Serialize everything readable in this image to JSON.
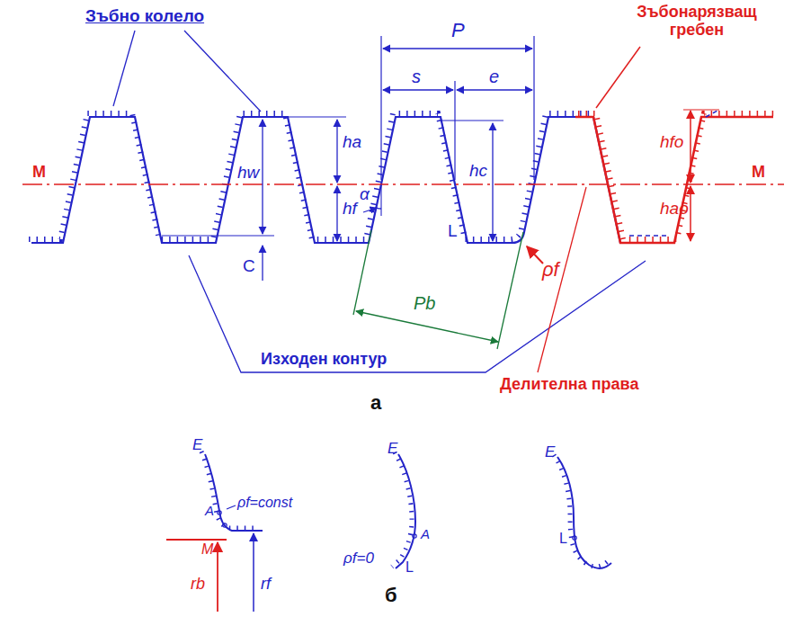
{
  "diagram": {
    "labels": [
      "Зъбно колело",
      "Зъбонарязващ гребен",
      "M",
      "M",
      "P",
      "s",
      "e",
      "ha",
      "hw",
      "hf",
      "hc",
      "α",
      "C",
      "L",
      "ρf",
      "Pb",
      "hfo",
      "hao",
      "Изходен контур",
      "Делителна права",
      "а",
      "E",
      "A",
      "ρf=const",
      "M",
      "rb",
      "rf",
      "E",
      "A",
      "ρf=0",
      "L",
      "E",
      "L",
      "б"
    ]
  }
}
